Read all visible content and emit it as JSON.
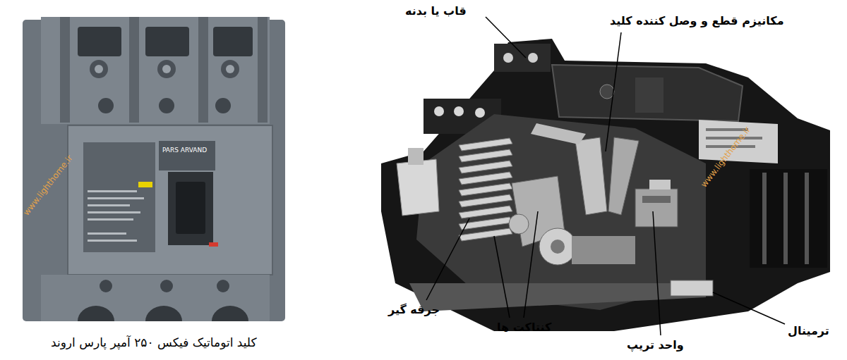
{
  "diagram": {
    "caption": "کلید اتوماتیک فیکس ۲۵۰ آمپر پارس اروند",
    "labels": [
      "قاب یا بدنه",
      "مکانیزم قطع و وصل کننده کلید",
      "جرقه گیر",
      "کنتاکت ها",
      "واحد تریپ",
      "ترمینال",
      "PARS ARVAND",
      "www.lighthome.ir",
      "www.lighthome.ir"
    ]
  }
}
